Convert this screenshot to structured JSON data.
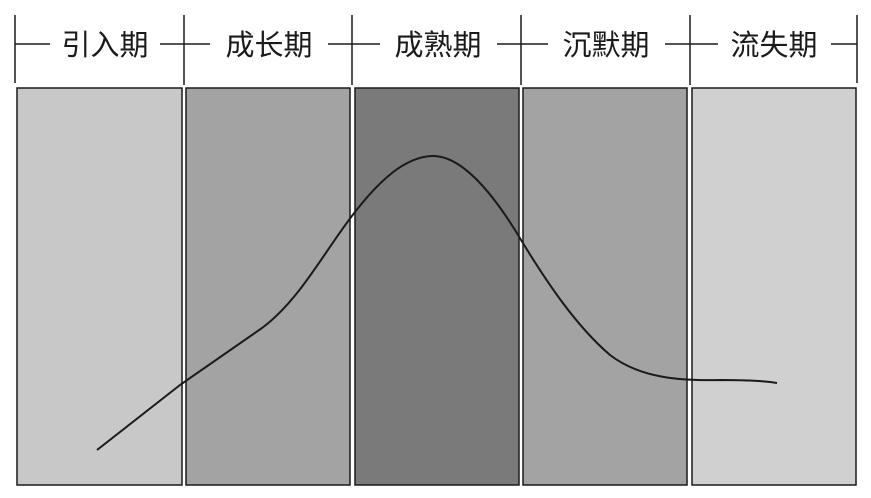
{
  "stages": [
    {
      "label": "引入期",
      "fill": "#c8c8c8"
    },
    {
      "label": "成长期",
      "fill": "#a3a3a3"
    },
    {
      "label": "成熟期",
      "fill": "#7a7a7a"
    },
    {
      "label": "沉默期",
      "fill": "#a3a3a3"
    },
    {
      "label": "流失期",
      "fill": "#d0d0d0"
    }
  ],
  "colors": {
    "line": "#1a1a1a",
    "border": "#1a1a1a",
    "background": "#ffffff"
  }
}
